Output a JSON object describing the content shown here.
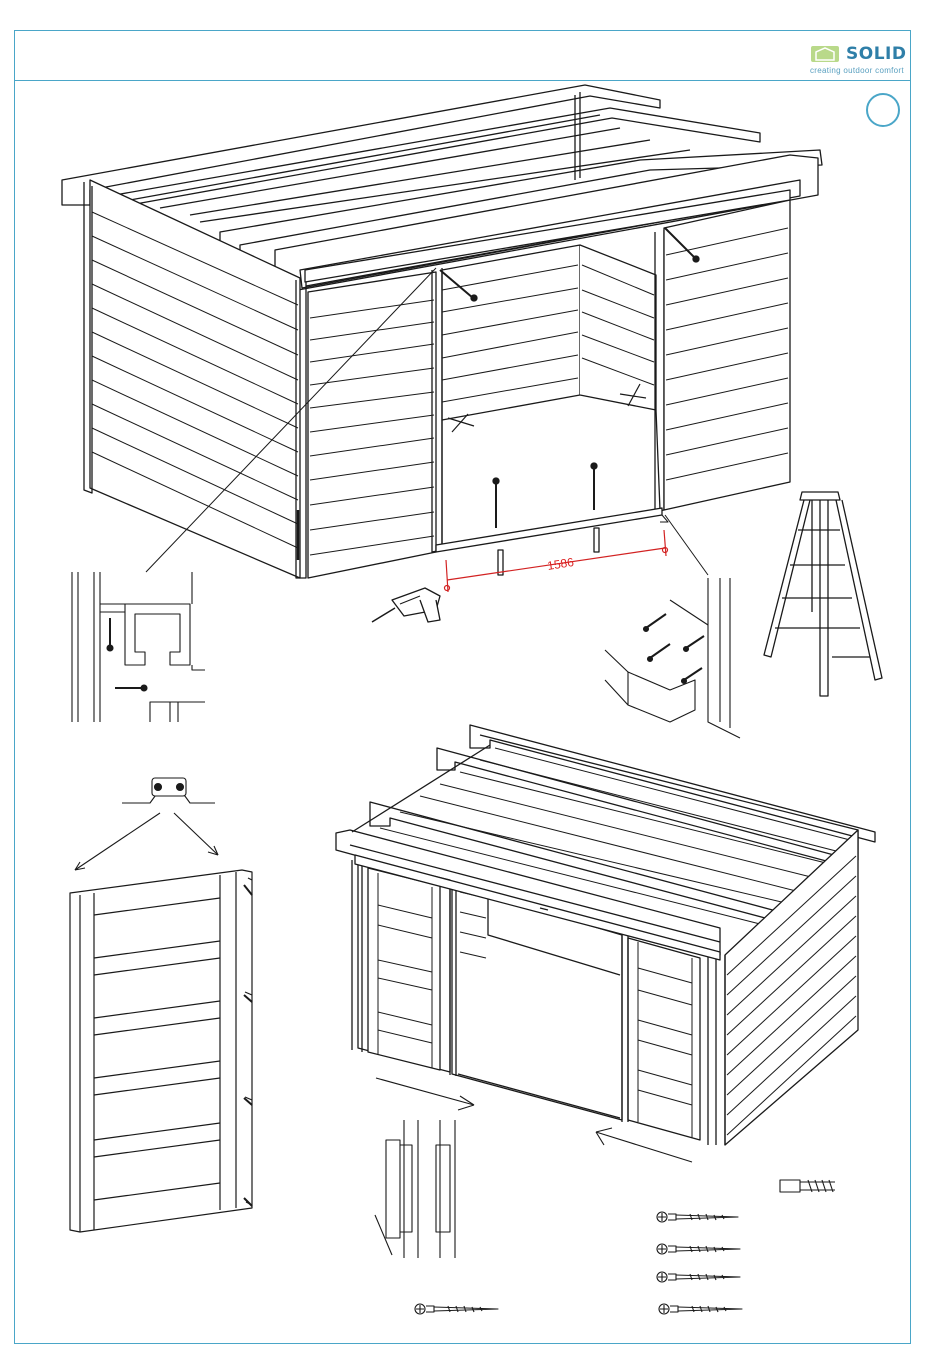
{
  "header": {
    "brand_name": "SOLID",
    "brand_registered": "®",
    "brand_tagline": "creating outdoor comfort",
    "step_number": ""
  },
  "dimension": {
    "door_opening_width": "1586"
  },
  "colors": {
    "frame": "#4aa6c8",
    "brand": "#2f7fa8",
    "dimension": "#d22222",
    "line": "#1a1a1a"
  },
  "icons": [
    "ladder-icon",
    "drill-icon",
    "screw-icon",
    "wall-plug-icon",
    "hinge-icon"
  ]
}
